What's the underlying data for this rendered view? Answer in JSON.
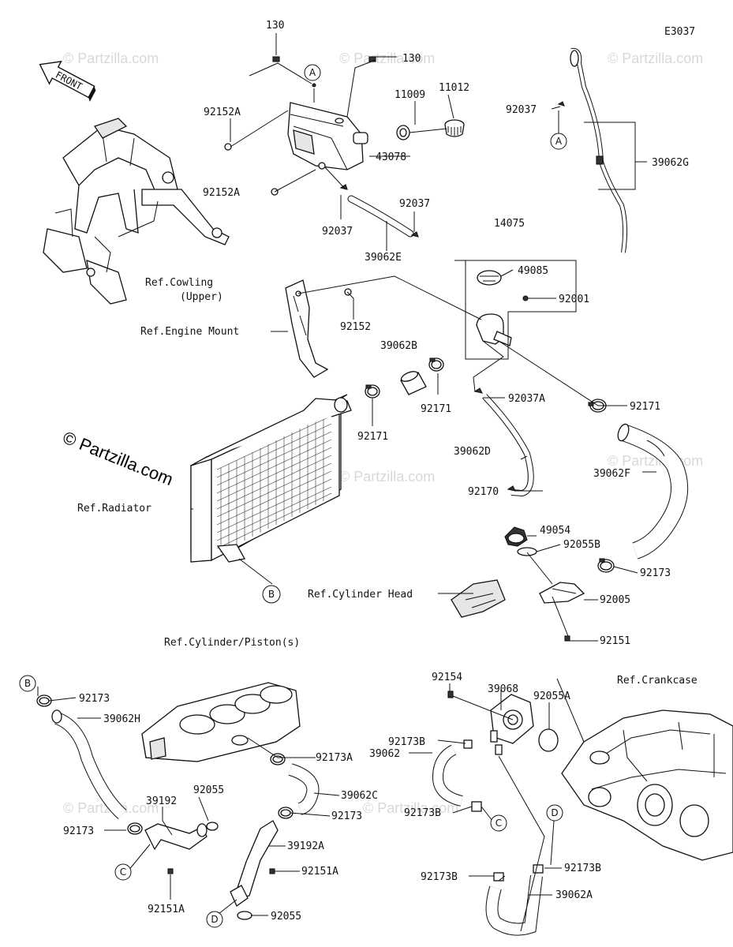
{
  "diagram_code": "E3037",
  "watermark": "© Partzilla.com",
  "front_label": "FRONT",
  "callout_circles": [
    "A",
    "A",
    "B",
    "B",
    "C",
    "C",
    "D",
    "D"
  ],
  "part_numbers": {
    "p130a": "130",
    "p130b": "130",
    "p11009": "11009",
    "p11012": "11012",
    "p92152A_1": "92152A",
    "p92152A_2": "92152A",
    "p43078": "43078",
    "p92037_1": "92037",
    "p92037_2": "92037",
    "p92037_3": "92037",
    "p39062E": "39062E",
    "p39062G": "39062G",
    "p14075": "14075",
    "p49085": "49085",
    "p92001": "92001",
    "p92152": "92152",
    "p39062B": "39062B",
    "p92171_1": "92171",
    "p92171_2": "92171",
    "p92171_3": "92171",
    "p92037A": "92037A",
    "p39062D": "39062D",
    "p39062F": "39062F",
    "p92170": "92170",
    "p49054": "49054",
    "p92055B": "92055B",
    "p92173_1": "92173",
    "p92005": "92005",
    "p92151": "92151",
    "p92154": "92154",
    "p39068": "39068",
    "p92055A": "92055A",
    "p92173B_1": "92173B",
    "p39062": "39062",
    "p92173B_2": "92173B",
    "p92173B_3": "92173B",
    "p92173B_4": "92173B",
    "p39062A": "39062A",
    "p92173_2": "92173",
    "p39062H": "39062H",
    "p92173_3": "92173",
    "p39192": "39192",
    "p92055_1": "92055",
    "p92151A_1": "92151A",
    "p92173A": "92173A",
    "p39062C": "39062C",
    "p92173_4": "92173",
    "p39192A": "39192A",
    "p92151A_2": "92151A",
    "p92055_2": "92055"
  },
  "references": {
    "cowling_line1": "Ref.Cowling",
    "cowling_line2": "(Upper)",
    "engine_mount": "Ref.Engine Mount",
    "radiator": "Ref.Radiator",
    "cylinder_head": "Ref.Cylinder Head",
    "cylinder_piston": "Ref.Cylinder/Piston(s)",
    "crankcase": "Ref.Crankcase"
  }
}
